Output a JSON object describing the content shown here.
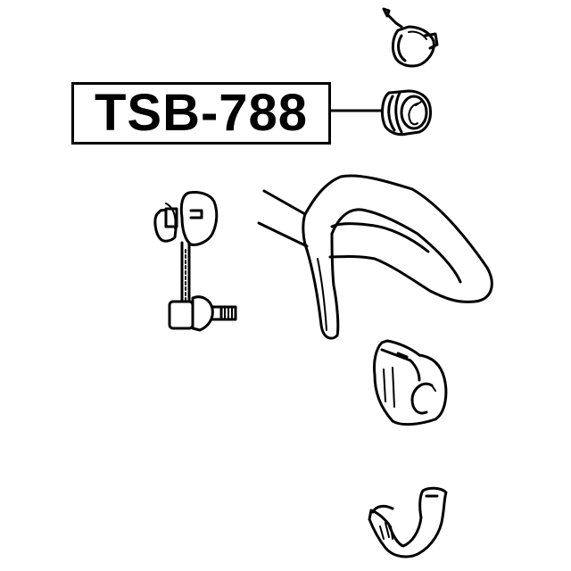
{
  "diagram": {
    "part_number": "TSB-788",
    "colors": {
      "line": "#000000",
      "background": "#ffffff"
    },
    "components": [
      {
        "name": "bushing-bracket-clamp-top",
        "icon": "clamp-icon"
      },
      {
        "name": "stabilizer-bushing-highlighted",
        "icon": "bushing-icon",
        "labelled": "TSB-788"
      },
      {
        "name": "stabilizer-link",
        "icon": "link-rod-icon"
      },
      {
        "name": "stabilizer-bar",
        "icon": "stabilizer-bar-icon"
      },
      {
        "name": "stabilizer-bushing-lower",
        "icon": "bushing-icon"
      },
      {
        "name": "bushing-bracket-lower",
        "icon": "bracket-icon"
      }
    ]
  }
}
